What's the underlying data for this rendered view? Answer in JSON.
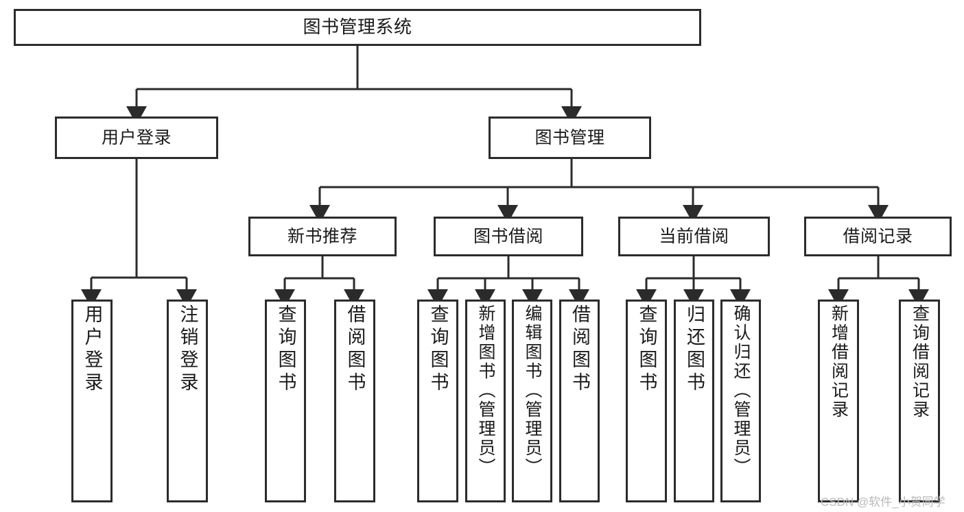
{
  "diagram": {
    "title": "图书管理系统",
    "type": "tree-hierarchy-diagram",
    "colors": {
      "box_border": "#2b2b2b",
      "box_fill": "#ffffff",
      "edge": "#2b2b2b",
      "background": "#ffffff",
      "watermark": "#b9b9b9"
    }
  },
  "nodes": {
    "root": {
      "label": "图书管理系统"
    },
    "level2": [
      {
        "id": "user-login",
        "label": "用户登录"
      },
      {
        "id": "book-manage",
        "label": "图书管理"
      }
    ],
    "level3": [
      {
        "id": "new-book-recommend",
        "label": "新书推荐"
      },
      {
        "id": "book-borrow",
        "label": "图书借阅"
      },
      {
        "id": "current-borrow",
        "label": "当前借阅"
      },
      {
        "id": "borrow-record",
        "label": "借阅记录"
      }
    ],
    "leaves": {
      "user-login": [
        {
          "id": "leaf-user-login",
          "label": "用户登录"
        },
        {
          "id": "leaf-user-logout",
          "label": "注销登录"
        }
      ],
      "new-book-recommend": [
        {
          "id": "leaf-query-book-1",
          "label": "查询图书"
        },
        {
          "id": "leaf-borrow-book-1",
          "label": "借阅图书"
        }
      ],
      "book-borrow": [
        {
          "id": "leaf-query-book-2",
          "label": "查询图书"
        },
        {
          "id": "leaf-add-book",
          "label": "新增图书（管理员）"
        },
        {
          "id": "leaf-edit-book",
          "label": "编辑图书（管理员）"
        },
        {
          "id": "leaf-borrow-book-2",
          "label": "借阅图书"
        }
      ],
      "current-borrow": [
        {
          "id": "leaf-query-book-3",
          "label": "查询图书"
        },
        {
          "id": "leaf-return-book",
          "label": "归还图书"
        },
        {
          "id": "leaf-confirm-return",
          "label": "确认归还（管理员）"
        }
      ],
      "borrow-record": [
        {
          "id": "leaf-add-record",
          "label": "新增借阅记录"
        },
        {
          "id": "leaf-query-record",
          "label": "查询借阅记录"
        }
      ]
    }
  },
  "watermark": {
    "text": "CSDN @软件_小贺同学"
  }
}
